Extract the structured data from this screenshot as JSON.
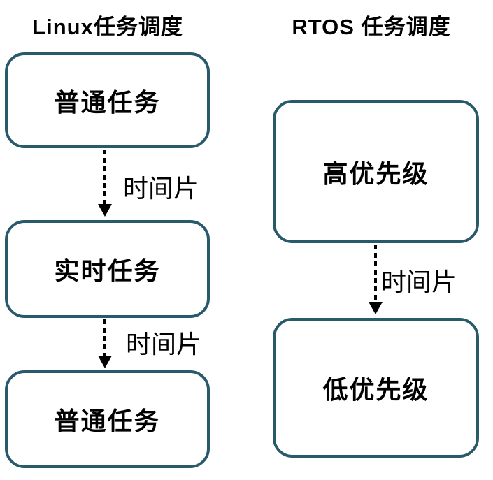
{
  "colors": {
    "box_border": "#295A6B",
    "arrow": "#000000",
    "text": "#000000",
    "background": "#FFFFFF"
  },
  "left_column": {
    "title": "Linux任务调度",
    "boxes": [
      {
        "label": "普通任务"
      },
      {
        "label": "实时任务"
      },
      {
        "label": "普通任务"
      }
    ],
    "arrows": [
      {
        "label": "时间片"
      },
      {
        "label": "时间片"
      }
    ]
  },
  "right_column": {
    "title": "RTOS 任务调度",
    "boxes": [
      {
        "label": "高优先级"
      },
      {
        "label": "低优先级"
      }
    ],
    "arrows": [
      {
        "label": "时间片"
      }
    ]
  }
}
